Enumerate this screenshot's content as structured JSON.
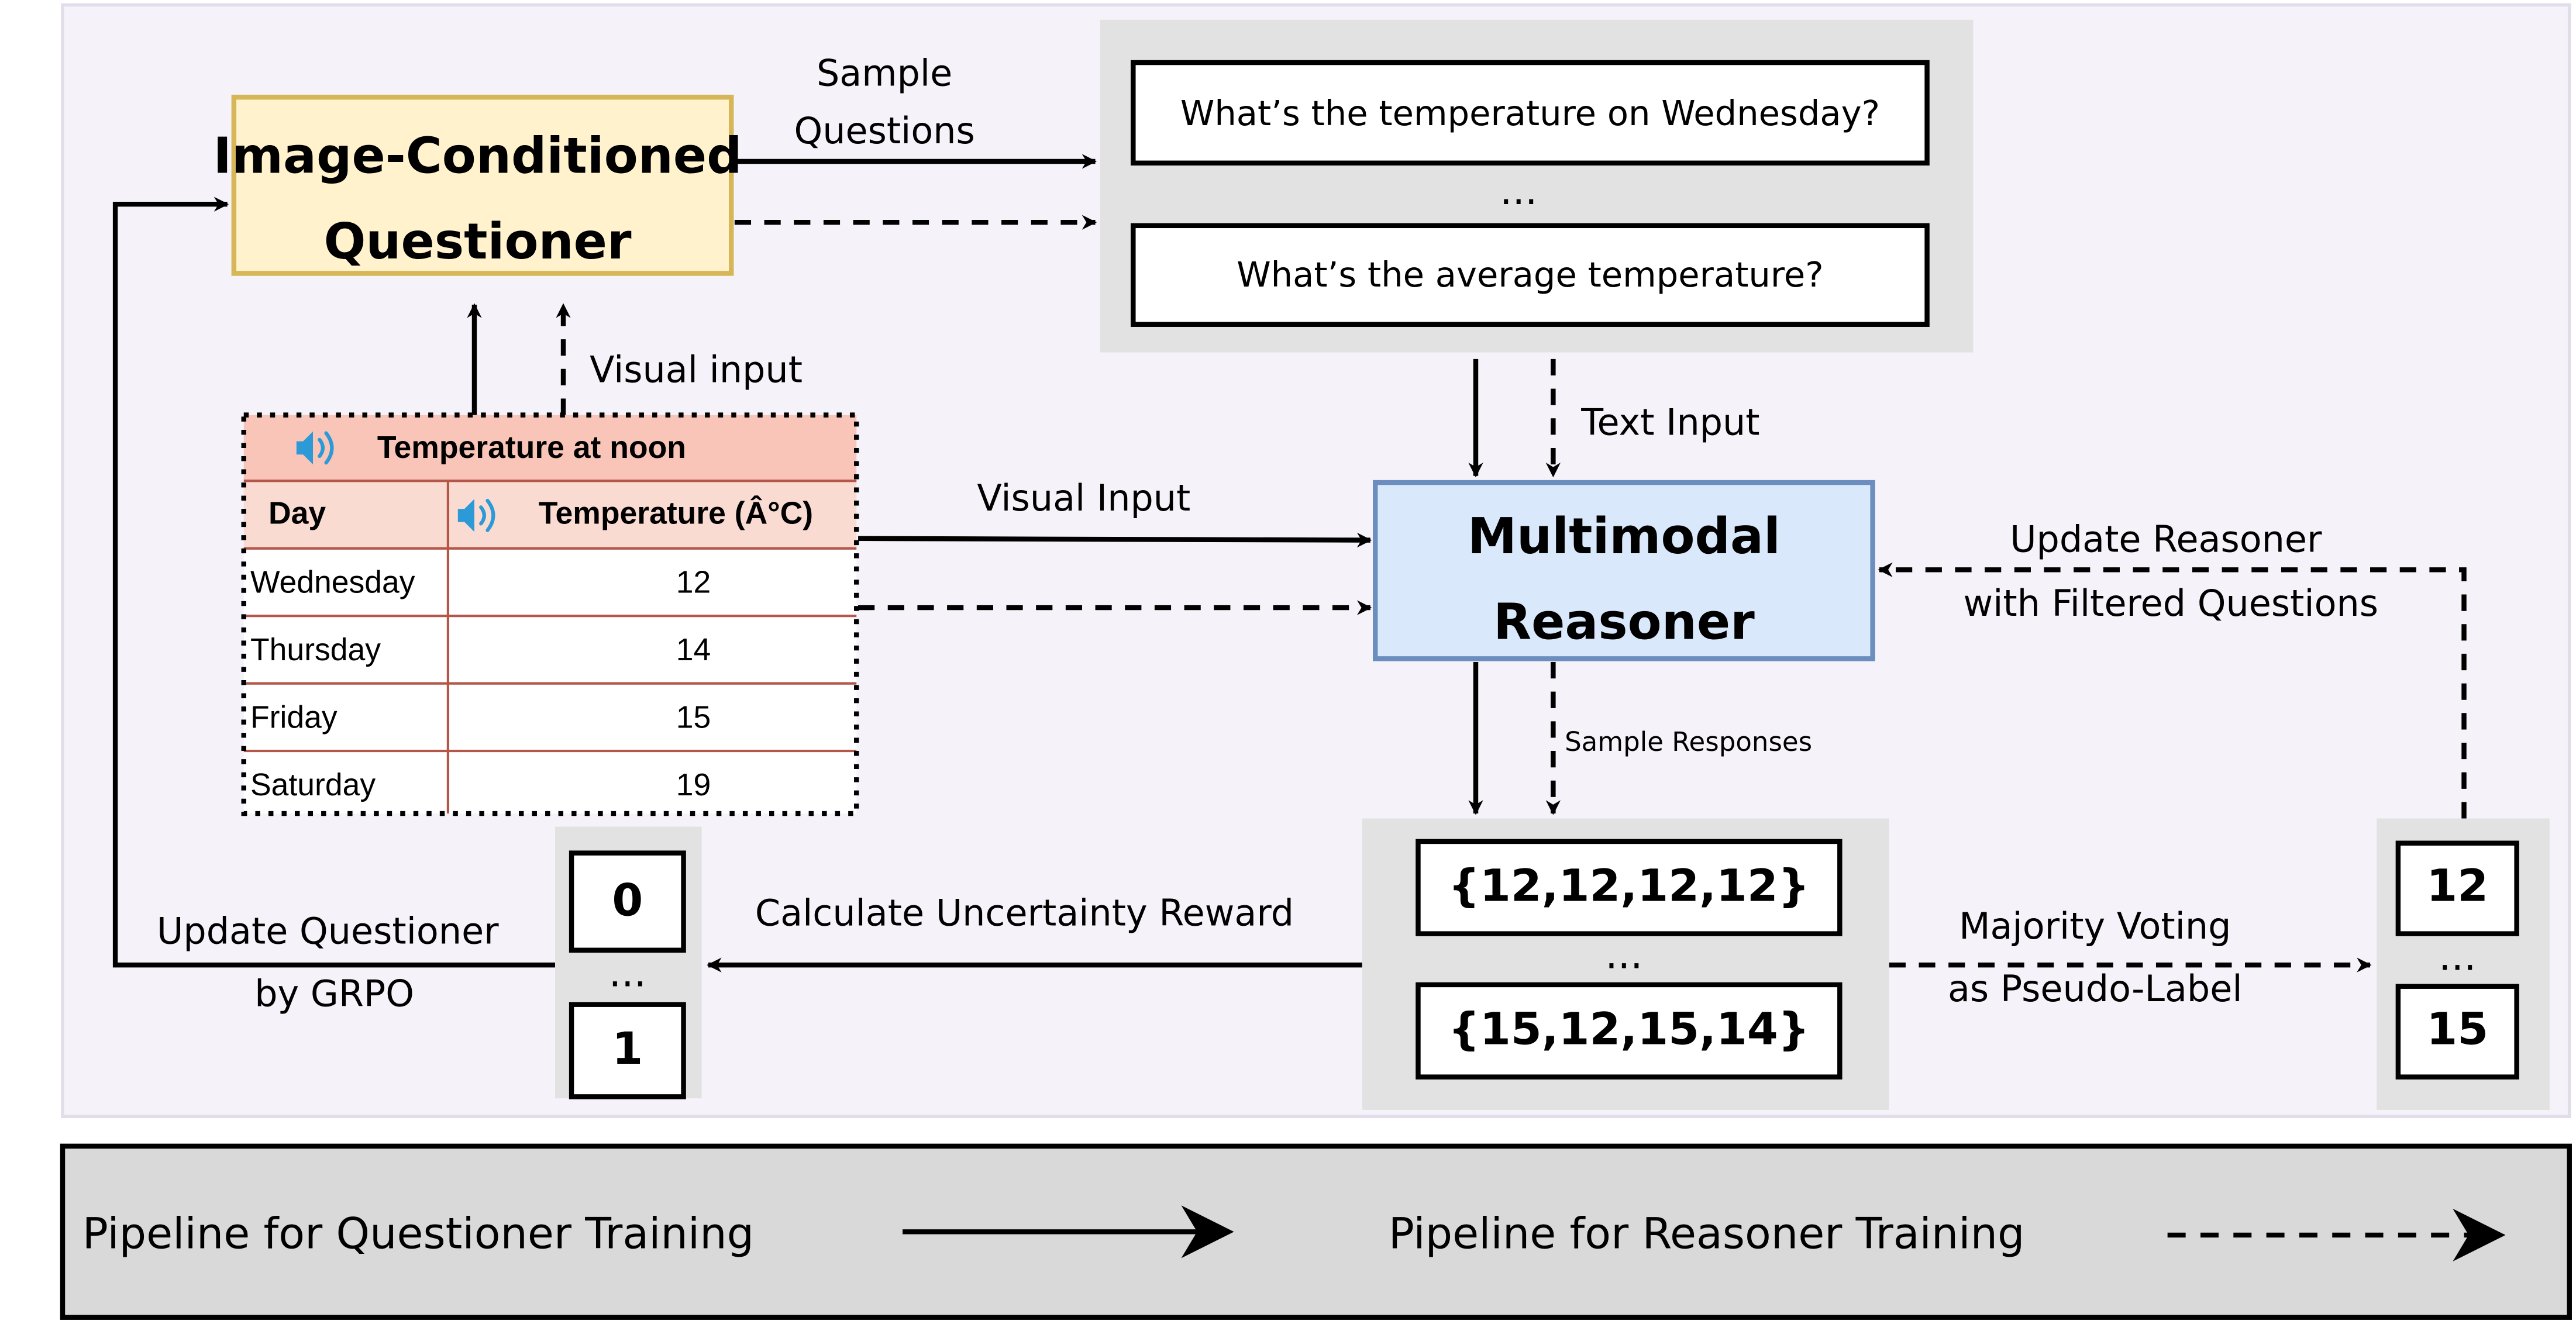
{
  "questioner": {
    "line1": "Image-Conditioned",
    "line2": "Questioner"
  },
  "reasoner": {
    "line1": "Multimodal",
    "line2": "Reasoner"
  },
  "labels": {
    "sample_questions_1": "Sample",
    "sample_questions_2": "Questions",
    "visual_input_small": "Visual input",
    "text_input": "Text Input",
    "visual_input_big": "Visual Input",
    "update_reasoner_1": "Update Reasoner",
    "update_reasoner_2": "with Filtered Questions",
    "sample_responses": "Sample Responses",
    "calc_reward": "Calculate Uncertainty Reward",
    "update_questioner_1": "Update Questioner",
    "update_questioner_2": "by GRPO",
    "majority_1": "Majority Voting",
    "majority_2": "as Pseudo-Label"
  },
  "questions": {
    "q1": "What’s the temperature on Wednesday?",
    "ellipsis": "...",
    "q2": "What’s the average temperature?"
  },
  "table": {
    "title": "Temperature at noon",
    "col_day": "Day",
    "col_temp": "Temperature (Â°C)",
    "rows": [
      {
        "day": "Wednesday",
        "temp": "12"
      },
      {
        "day": "Thursday",
        "temp": "14"
      },
      {
        "day": "Friday",
        "temp": "15"
      },
      {
        "day": "Saturday",
        "temp": "19"
      }
    ]
  },
  "responses": {
    "r1": "{12,12,12,12}",
    "ellipsis": "...",
    "r2": "{15,12,15,14}"
  },
  "rewards": {
    "top": "0",
    "ellipsis": "...",
    "bottom": "1"
  },
  "pseudo": {
    "top": "12",
    "ellipsis": "...",
    "bottom": "15"
  },
  "legend": {
    "questioner": "Pipeline for Questioner Training",
    "reasoner": "Pipeline for Reasoner Training"
  },
  "colors": {
    "panel_bg": "#f5f3f9",
    "panel_border": "#e3dcea",
    "gray_box": "#e2e2e2",
    "questioner_fill": "#fff2cc",
    "questioner_border": "#d6b656",
    "reasoner_fill": "#dae8fc",
    "reasoner_border": "#6c8ebf",
    "table_header": "#f8c5b8",
    "table_subheader": "#fadbd2",
    "table_line": "#b4574a",
    "speaker_blue": "#2d9ad8",
    "legend_bg": "#d9d9d9"
  },
  "icons": [
    "speaker-icon"
  ]
}
